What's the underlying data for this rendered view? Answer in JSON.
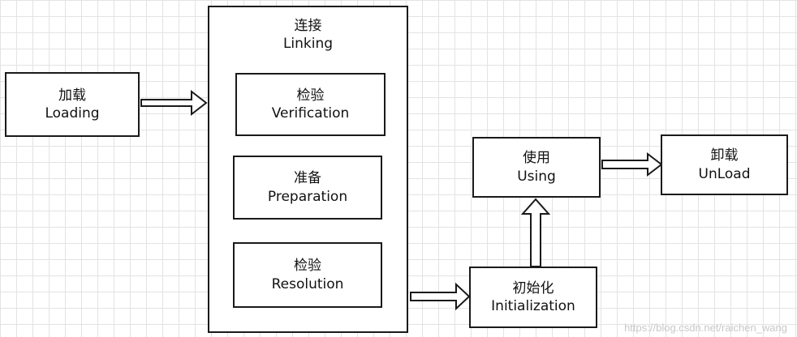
{
  "stages": {
    "loading": {
      "zh": "加载",
      "en": "Loading"
    },
    "linking": {
      "zh": "连接",
      "en": "Linking"
    },
    "verification": {
      "zh": "检验",
      "en": "Verification"
    },
    "preparation": {
      "zh": "准备",
      "en": "Preparation"
    },
    "resolution": {
      "zh": "检验",
      "en": "Resolution"
    },
    "initialization": {
      "zh": "初始化",
      "en": "Initialization"
    },
    "using": {
      "zh": "使用",
      "en": "Using"
    },
    "unload": {
      "zh": "卸载",
      "en": "UnLoad"
    }
  },
  "watermark": "https://blog.csdn.net/raichen_wang"
}
